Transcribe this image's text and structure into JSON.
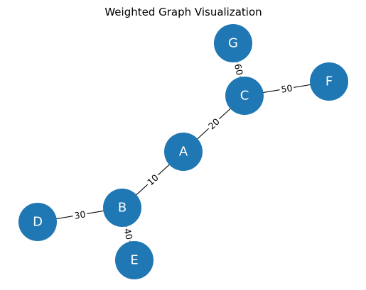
{
  "title": "Weighted Graph Visualization",
  "colors": {
    "node": "#1f77b4",
    "node_text": "#ffffff",
    "edge": "#000000",
    "background": "#ffffff"
  },
  "nodes": [
    "A",
    "B",
    "C",
    "D",
    "E",
    "F",
    "G"
  ],
  "edges": [
    {
      "source": "A",
      "target": "B",
      "weight": "10"
    },
    {
      "source": "A",
      "target": "C",
      "weight": "20"
    },
    {
      "source": "B",
      "target": "D",
      "weight": "30"
    },
    {
      "source": "B",
      "target": "E",
      "weight": "40"
    },
    {
      "source": "C",
      "target": "F",
      "weight": "50"
    },
    {
      "source": "C",
      "target": "G",
      "weight": "60"
    }
  ]
}
